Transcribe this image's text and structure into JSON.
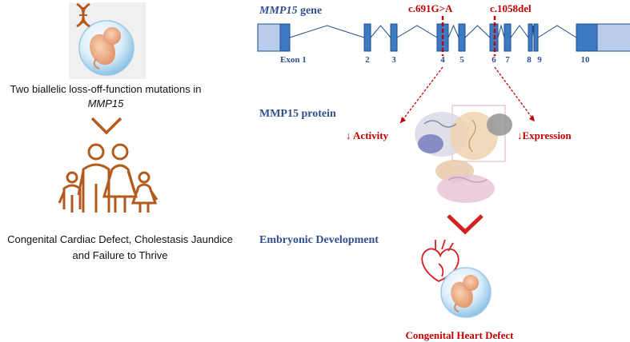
{
  "left_panel": {
    "mutation_caption_line1": "Two biallelic loss-off-function mutations in",
    "mutation_caption_line2": "MMP15",
    "phenotype_line1": "Congenital Cardiac Defect, Cholestasis Jaundice",
    "phenotype_line2": "and Failure to Thrive"
  },
  "gene": {
    "name": "MMP15",
    "suffix": " gene",
    "exon_labels": [
      "Exon 1",
      "2",
      "3",
      "4",
      "5",
      "6",
      "7",
      "8",
      "9",
      "10"
    ],
    "mutations": [
      "c.691G>A",
      "c.1058del"
    ]
  },
  "protein": {
    "title": "MMP15 protein",
    "activity_label": "↓ Activity",
    "expression_label": "↓Expression"
  },
  "development": {
    "title": "Embryonic Development",
    "outcome": "Congenital Heart Defect"
  },
  "colors": {
    "gene_title": "#2f4f8f",
    "exon_dark": "#3e79c4",
    "exon_light": "#b9cdeb",
    "exon_outline": "#1f4e8c",
    "mutation_red": "#c00000",
    "family_brown": "#b35a1f",
    "chevron_red": "#d42020",
    "chevron_brown": "#b35a1f"
  }
}
